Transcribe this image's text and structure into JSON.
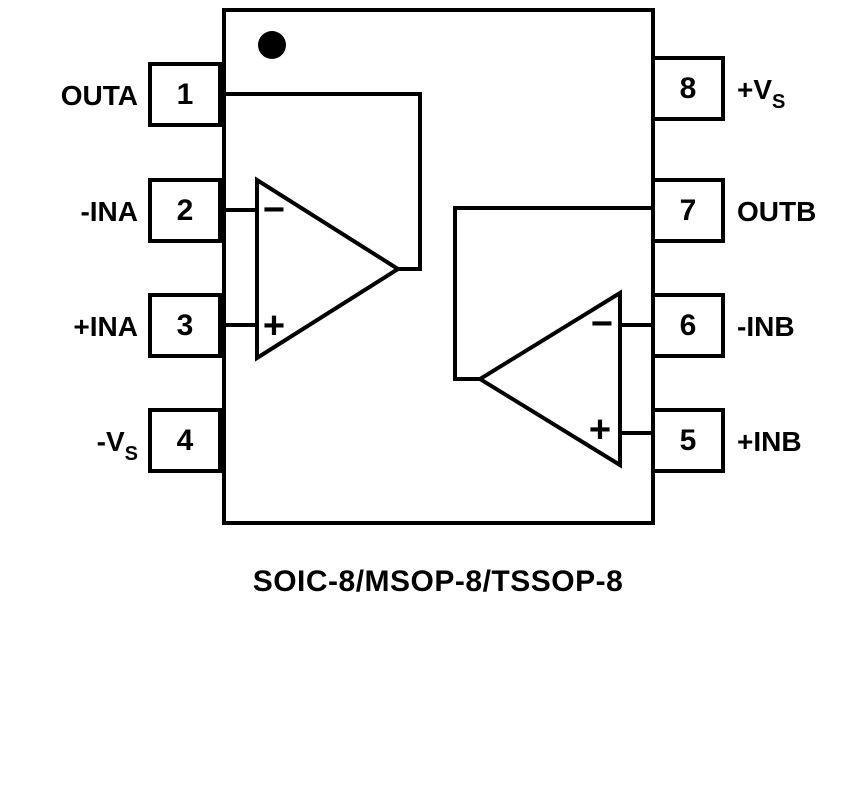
{
  "diagram": {
    "caption": "SOIC-8/MSOP-8/TSSOP-8",
    "colors": {
      "line": "#000000",
      "background": "#ffffff"
    },
    "pins": {
      "left": [
        {
          "number": "1",
          "label": "OUTA",
          "label_sub": ""
        },
        {
          "number": "2",
          "label": "-INA",
          "label_sub": ""
        },
        {
          "number": "3",
          "label": "+INA",
          "label_sub": ""
        },
        {
          "number": "4",
          "label": "-V",
          "label_sub": "S"
        }
      ],
      "right": [
        {
          "number": "8",
          "label": "+V",
          "label_sub": "S"
        },
        {
          "number": "7",
          "label": "OUTB",
          "label_sub": ""
        },
        {
          "number": "6",
          "label": "-INB",
          "label_sub": ""
        },
        {
          "number": "5",
          "label": "+INB",
          "label_sub": ""
        }
      ]
    },
    "opamps": {
      "a": {
        "minus": "−",
        "plus": "+"
      },
      "b": {
        "minus": "−",
        "plus": "+"
      }
    }
  }
}
